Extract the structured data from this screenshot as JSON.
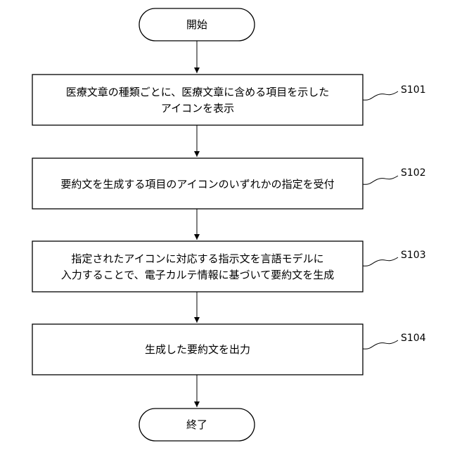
{
  "flowchart": {
    "start_label": "開始",
    "end_label": "終了",
    "steps": [
      {
        "id": "S101",
        "lines": [
          "医療文章の種類ごとに、医療文章に含める項目を示した",
          "アイコンを表示"
        ]
      },
      {
        "id": "S102",
        "lines": [
          "要約文を生成する項目のアイコンのいずれかの指定を受付"
        ]
      },
      {
        "id": "S103",
        "lines": [
          "指定されたアイコンに対応する指示文を言語モデルに",
          "入力することで、電子カルテ情報に基づいて要約文を生成"
        ]
      },
      {
        "id": "S104",
        "lines": [
          "生成した要約文を出力"
        ]
      }
    ]
  }
}
